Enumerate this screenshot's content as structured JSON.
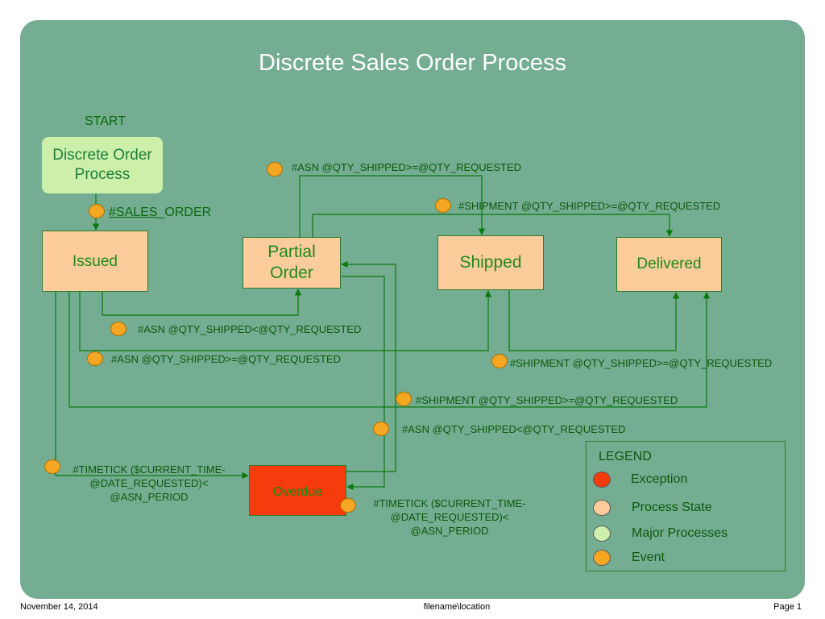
{
  "title": "Discrete Sales Order Process",
  "start_label": "START",
  "major_process": {
    "line1": "Discrete Order",
    "line2": "Process"
  },
  "sales_order": {
    "prefix": "#SALES",
    "suffix": "_ORDER"
  },
  "states": {
    "issued": "Issued",
    "partial": {
      "line1": "Partial",
      "line2": "Order"
    },
    "shipped": "Shipped",
    "delivered": "Delivered"
  },
  "exception": "Overdue",
  "events": {
    "asn_top": "#ASN @QTY_SHIPPED>=@QTY_REQUESTED",
    "shipment_top": "#SHIPMENT @QTY_SHIPPED>=@QTY_REQUESTED",
    "asn_less_1": "#ASN @QTY_SHIPPED<@QTY_REQUESTED",
    "asn_ge": "#ASN @QTY_SHIPPED>=@QTY_REQUESTED",
    "shipment_right": "#SHIPMENT @QTY_SHIPPED>=@QTY_REQUESTED",
    "shipment_mid": "#SHIPMENT @QTY_SHIPPED>=@QTY_REQUESTED",
    "asn_less_2": "#ASN @QTY_SHIPPED<@QTY_REQUESTED",
    "timetick_left": {
      "line1": "#TIMETICK ($CURRENT_TIME-",
      "line2": "@DATE_REQUESTED)<",
      "line3": "@ASN_PERIOD"
    },
    "timetick_right": {
      "line1": "#TIMETICK ($CURRENT_TIME-",
      "line2": "@DATE_REQUESTED)<",
      "line3": "@ASN_PERIOD"
    }
  },
  "legend": {
    "title": "LEGEND",
    "items": [
      {
        "label": "Exception",
        "color": "#f63b0c"
      },
      {
        "label": "Process State",
        "color": "#fccc9a"
      },
      {
        "label": "Major Processes",
        "color": "#ccefaa"
      },
      {
        "label": "Event",
        "color": "#f5a623"
      }
    ]
  },
  "footer": {
    "date": "November 14, 2014",
    "file": "filename\\location",
    "page": "Page 1"
  },
  "colors": {
    "background": "#74ad92",
    "line": "#0b7a0b",
    "state": "#fccc9a",
    "exception": "#f63b0c",
    "event": "#f5a623"
  }
}
